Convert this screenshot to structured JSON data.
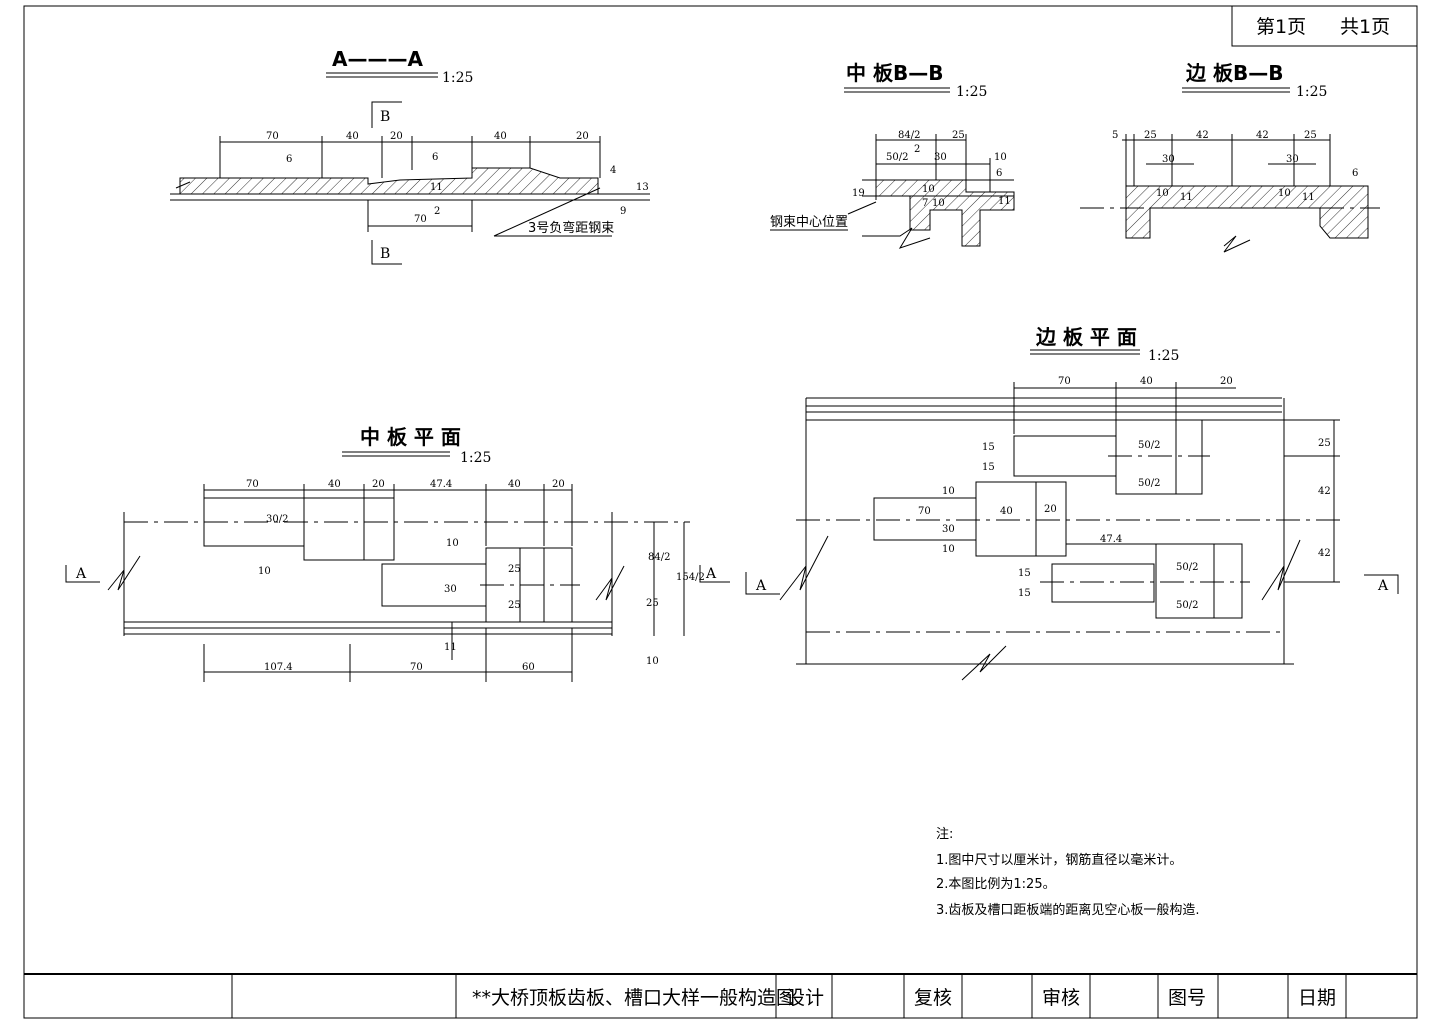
{
  "header": {
    "page_label": "第1页",
    "total_label": "共1页"
  },
  "views": {
    "aa": {
      "title": "A———A",
      "scale": "1:25",
      "cut_label": "B",
      "dims_top": [
        "70",
        "40",
        "20",
        "40",
        "20"
      ],
      "dims_mid": [
        "6",
        "6",
        "4",
        "13",
        "11",
        "70",
        "2",
        "9"
      ],
      "leader": "3号负弯距钢束"
    },
    "mid_bb": {
      "title": "中  板B—B",
      "scale": "1:25",
      "dims": [
        "84/2",
        "25",
        "2",
        "50/2",
        "30",
        "10",
        "6",
        "19",
        "10",
        "7",
        "10",
        "11"
      ],
      "leader": "钢束中心位置"
    },
    "edge_bb": {
      "title": "边  板B—B",
      "scale": "1:25",
      "dims": [
        "5",
        "25",
        "42",
        "42",
        "25",
        "30",
        "30",
        "6",
        "10",
        "11",
        "10",
        "11"
      ]
    },
    "mid_plan": {
      "title": "中 板 平 面",
      "scale": "1:25",
      "section_label": "A",
      "dims_top": [
        "70",
        "40",
        "20",
        "47.4",
        "40",
        "20"
      ],
      "dims_left": [
        "30/2",
        "10"
      ],
      "dims_inner": [
        "10",
        "30",
        "25",
        "25"
      ],
      "dims_right": [
        "84/2",
        "154/2",
        "25",
        "10"
      ],
      "dims_bottom": [
        "107.4",
        "70",
        "60",
        "11"
      ]
    },
    "edge_plan": {
      "title": "边 板 平 面",
      "scale": "1:25",
      "section_label": "A",
      "dims_top": [
        "70",
        "40",
        "20"
      ],
      "dims_inner": [
        "15",
        "15",
        "50/2",
        "50/2",
        "10",
        "70",
        "30",
        "40",
        "20",
        "10",
        "47.4",
        "15",
        "15",
        "50/2",
        "50/2"
      ],
      "dims_right": [
        "25",
        "42",
        "42"
      ]
    }
  },
  "notes": {
    "heading": "注:",
    "items": [
      "1.图中尺寸以厘米计，钢筋直径以毫米计。",
      "2.本图比例为1:25。",
      "3.齿板及槽口距板端的距离见空心板一般构造."
    ]
  },
  "title_block": {
    "drawing_title": "**大桥顶板齿板、槽口大样一般构造图",
    "design": "设计",
    "check": "复核",
    "review": "审核",
    "drawing_no": "图号",
    "date": "日期"
  }
}
